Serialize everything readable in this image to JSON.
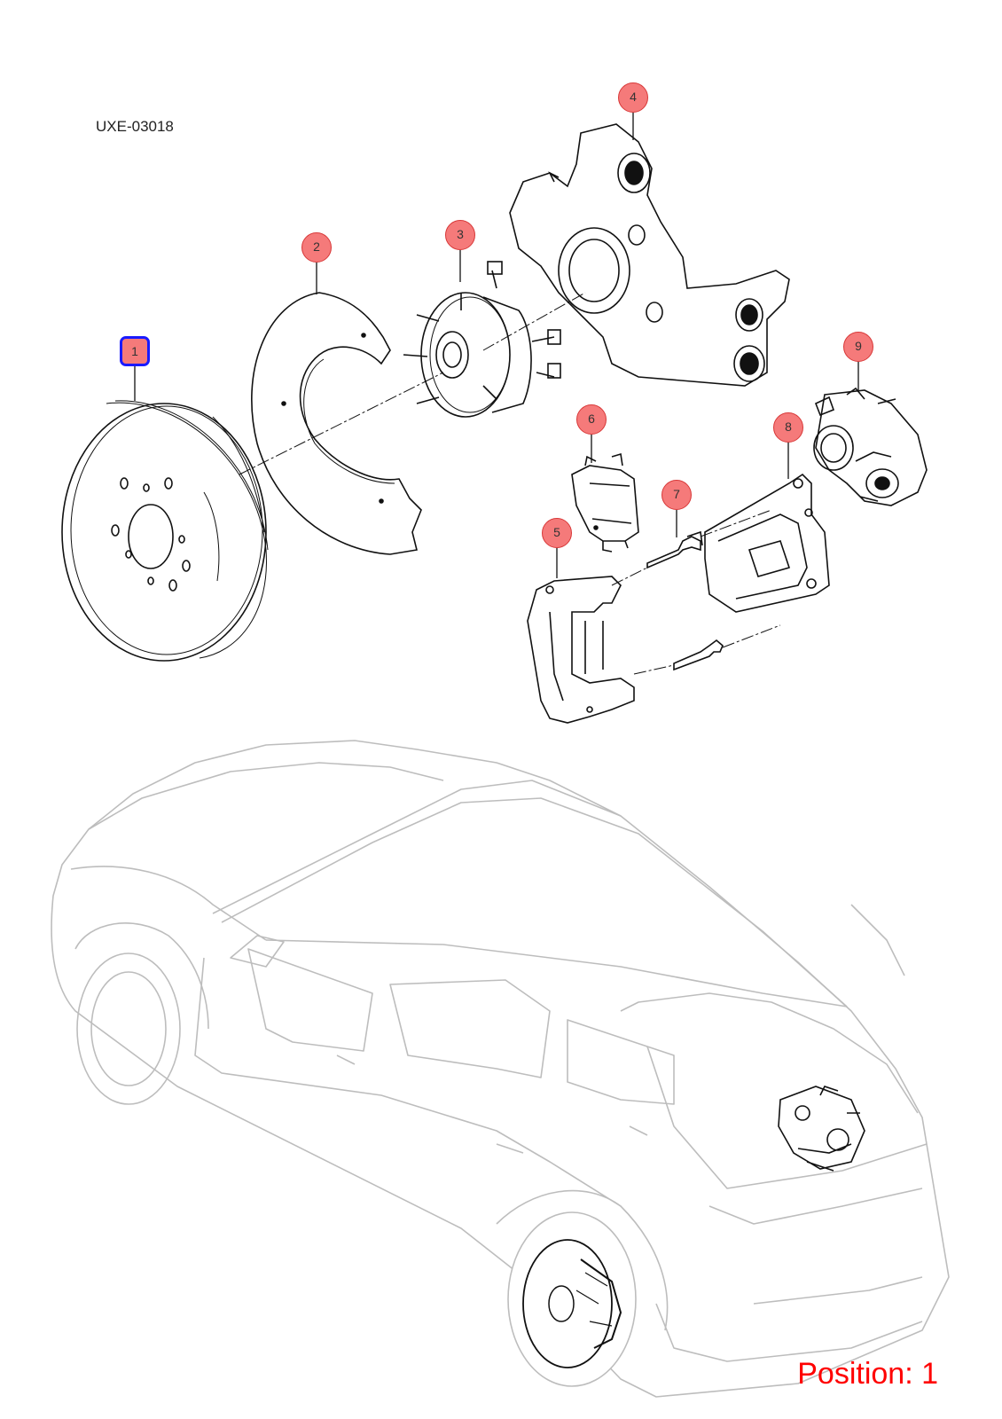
{
  "diagram": {
    "code": "UXE-03018",
    "position_label": "Position: 1",
    "selected_callout": "1",
    "callouts": [
      {
        "label": "1",
        "part": "brake-disc"
      },
      {
        "label": "2",
        "part": "dust-shield"
      },
      {
        "label": "3",
        "part": "wheel-hub-bearing"
      },
      {
        "label": "4",
        "part": "steering-knuckle"
      },
      {
        "label": "5",
        "part": "caliper-bracket"
      },
      {
        "label": "6",
        "part": "brake-pads"
      },
      {
        "label": "7",
        "part": "guide-pin"
      },
      {
        "label": "8",
        "part": "brake-caliper"
      },
      {
        "label": "9",
        "part": "parking-brake-actuator"
      }
    ],
    "colors": {
      "callout_fill": "#f57a7a",
      "callout_border": "#d83838",
      "selected_border": "#1a1aff",
      "position_text": "#ff0000",
      "line_art": "#111111",
      "vehicle_outline": "#bdbdbd"
    }
  }
}
